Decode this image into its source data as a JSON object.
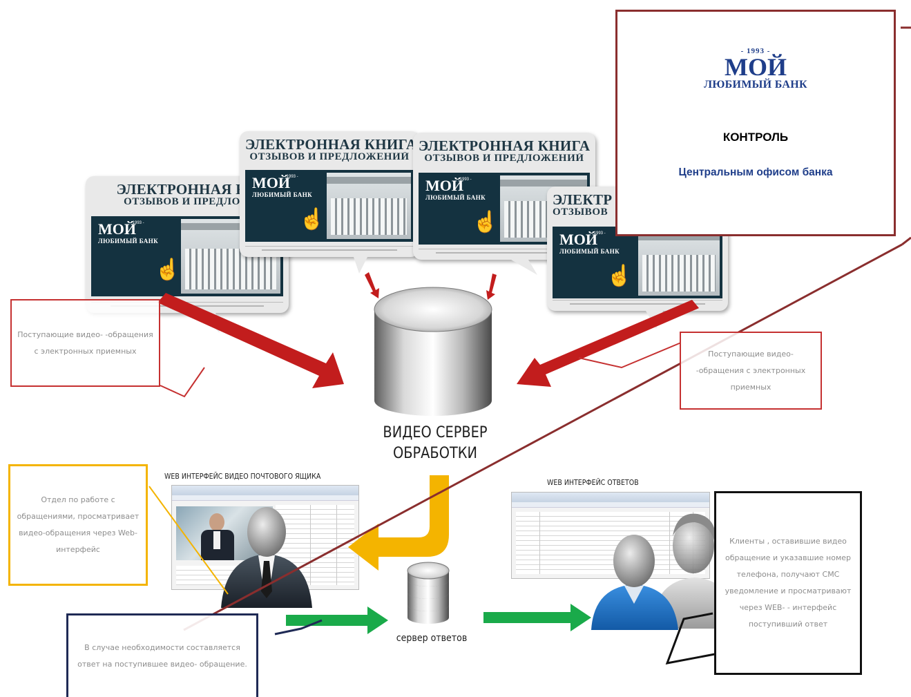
{
  "kiosk": {
    "title_line1": "ЭЛЕКТРОННАЯ КНИГА",
    "title_line2": "ОТЗЫВОВ И ПРЕДЛОЖЕНИЙ",
    "title_short_a": "ЭЛЕКТРОННАЯ КН",
    "title_short_b": "ОТЗЫВОВ И ПРЕДЛОЖ",
    "title_short_c": "ЭЛЕКТР",
    "title_short_d": "ОТЗЫВОВ",
    "logo_main": "МОЙ",
    "logo_sub": "ЛЮБИМЫЙ БАНК",
    "logo_year": "- 1993 -"
  },
  "notes": {
    "incoming_left": "Поступающие видео- -обращения с электронных приемных",
    "incoming_right": "Поступающие видео- -обращения с электронных приемных",
    "department": "Отдел по работе с обращениями, просматривает видео-обращения через Web- интерфейс",
    "reply": "В случае необходимости составляется ответ на поступившее видео- обращение.",
    "clients": "Клиенты , оставившие видео обращение и указавшие номер телефона, получают СМС уведомление и просматривают через WEB- - интерфейс поступивший ответ"
  },
  "control": {
    "bank_year": "- 1993 -",
    "bank_main": "МОЙ",
    "bank_sub": "ЛЮБИМЫЙ БАНК",
    "title": "КОНТРОЛЬ",
    "subtitle": "Центральным офисом банка"
  },
  "server": {
    "line1": "ВИДЕО СЕРВЕР",
    "line2": "ОБРАБОТКИ"
  },
  "reply_server": "сервер ответов",
  "web_mailbox_caption": "WEB ИНТЕРФЕЙС ВИДЕО ПОЧТОВОГО ЯЩИКА",
  "web_answers_caption": "WEB ИНТЕРФЕЙС ОТВЕТОВ",
  "colors": {
    "dark_red": "#8a2e2e",
    "arrow_red": "#c21d1d",
    "box_red": "#c53030",
    "yellow": "#f4b400",
    "green": "#1aaa4a",
    "navy": "#1f2a55",
    "bank_blue": "#1f3e8a"
  }
}
